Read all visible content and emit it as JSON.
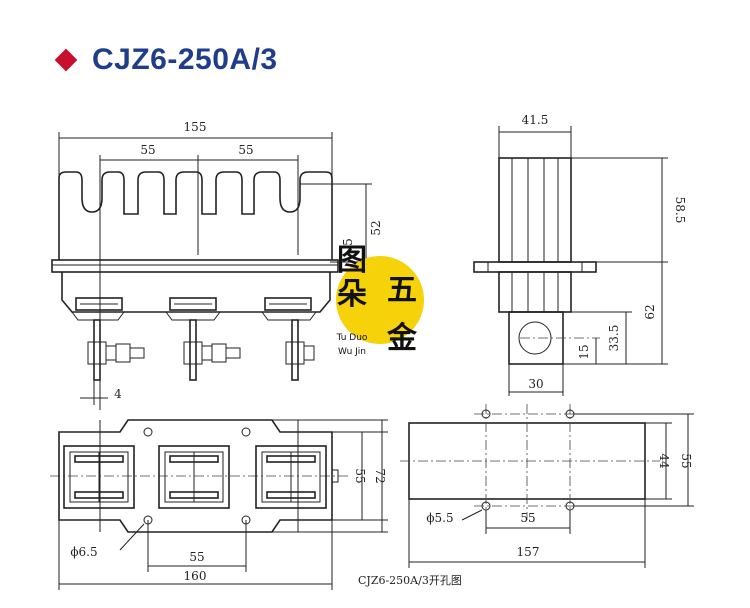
{
  "title": "CJZ6-250A/3",
  "colors": {
    "accent_diamond": "#c8102e",
    "title_blue": "#1f3d8a",
    "watermark_yellow": "#f5d20a"
  },
  "front_view": {
    "dim_total": "155",
    "dim_pitch_1": "55",
    "dim_pitch_2": "55",
    "dim_height": "52",
    "dim_partial": "5",
    "dim_terminal": "4"
  },
  "side_view": {
    "dim_width": "41.5",
    "dim_upper": "58.5",
    "dim_lower": "62",
    "dim_mid": "33.5",
    "dim_small": "15",
    "dim_base": "30"
  },
  "top_view": {
    "dim_hole": "ϕ6.5",
    "dim_pitch": "55",
    "dim_total": "160",
    "dim_height_1": "55",
    "dim_height_2": "72"
  },
  "cutout": {
    "dim_hole": "ϕ5.5",
    "dim_pitch": "55",
    "dim_total": "157",
    "dim_height_1": "44",
    "dim_height_2": "55",
    "caption": "CJZ6-250A/3开孔图"
  },
  "watermark": {
    "line1": "图",
    "line2": "朵",
    "line3": "五",
    "line4": "金",
    "sub1": "Tu Duo",
    "sub2": "Wu Jin"
  }
}
